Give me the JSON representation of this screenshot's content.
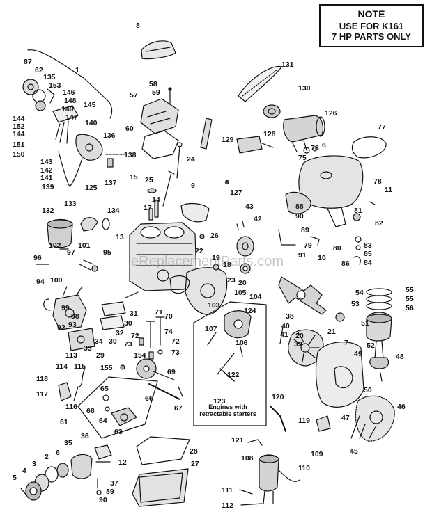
{
  "note": {
    "heading": "NOTE",
    "line1": "USE FOR K161",
    "line2": "7 HP PARTS ONLY"
  },
  "callout": {
    "line1": "Engines with",
    "line2": "retractable starters"
  },
  "watermark": "eReplacementParts.com",
  "parts": [
    {
      "id": "p8",
      "text": "8"
    },
    {
      "id": "p1",
      "text": "1"
    },
    {
      "id": "p87",
      "text": "87"
    },
    {
      "id": "p62",
      "text": "62"
    },
    {
      "id": "p135",
      "text": "135"
    },
    {
      "id": "p153",
      "text": "153"
    },
    {
      "id": "p146",
      "text": "146"
    },
    {
      "id": "p148",
      "text": "148"
    },
    {
      "id": "p149",
      "text": "149"
    },
    {
      "id": "p145",
      "text": "145"
    },
    {
      "id": "p147",
      "text": "147"
    },
    {
      "id": "p144a",
      "text": "144"
    },
    {
      "id": "p152",
      "text": "152"
    },
    {
      "id": "p144b",
      "text": "144"
    },
    {
      "id": "p151",
      "text": "151"
    },
    {
      "id": "p150",
      "text": "150"
    },
    {
      "id": "p140",
      "text": "140"
    },
    {
      "id": "p136",
      "text": "136"
    },
    {
      "id": "p143",
      "text": "143"
    },
    {
      "id": "p142",
      "text": "142"
    },
    {
      "id": "p141",
      "text": "141"
    },
    {
      "id": "p139",
      "text": "139"
    },
    {
      "id": "p125",
      "text": "125"
    },
    {
      "id": "p137",
      "text": "137"
    },
    {
      "id": "p138",
      "text": "138"
    },
    {
      "id": "p58",
      "text": "58"
    },
    {
      "id": "p59",
      "text": "59"
    },
    {
      "id": "p57",
      "text": "57"
    },
    {
      "id": "p60",
      "text": "60"
    },
    {
      "id": "p131",
      "text": "131"
    },
    {
      "id": "p130",
      "text": "130"
    },
    {
      "id": "p126",
      "text": "126"
    },
    {
      "id": "p128",
      "text": "128"
    },
    {
      "id": "p129",
      "text": "129"
    },
    {
      "id": "p76",
      "text": "76"
    },
    {
      "id": "p6a",
      "text": "6"
    },
    {
      "id": "p77",
      "text": "77"
    },
    {
      "id": "p75",
      "text": "75"
    },
    {
      "id": "p78",
      "text": "78"
    },
    {
      "id": "p11",
      "text": "11"
    },
    {
      "id": "p24",
      "text": "24"
    },
    {
      "id": "p15",
      "text": "15"
    },
    {
      "id": "p25",
      "text": "25"
    },
    {
      "id": "p9",
      "text": "9"
    },
    {
      "id": "p127",
      "text": "127"
    },
    {
      "id": "p14",
      "text": "14"
    },
    {
      "id": "p17",
      "text": "17"
    },
    {
      "id": "p134",
      "text": "134"
    },
    {
      "id": "p133",
      "text": "133"
    },
    {
      "id": "p132",
      "text": "132"
    },
    {
      "id": "p43",
      "text": "43"
    },
    {
      "id": "p42",
      "text": "42"
    },
    {
      "id": "p88",
      "text": "88"
    },
    {
      "id": "p90a",
      "text": "90"
    },
    {
      "id": "p89a",
      "text": "89"
    },
    {
      "id": "p81",
      "text": "81"
    },
    {
      "id": "p82",
      "text": "82"
    },
    {
      "id": "p79",
      "text": "79"
    },
    {
      "id": "p80",
      "text": "80"
    },
    {
      "id": "p83",
      "text": "83"
    },
    {
      "id": "p85",
      "text": "85"
    },
    {
      "id": "p84",
      "text": "84"
    },
    {
      "id": "p86",
      "text": "86"
    },
    {
      "id": "p91",
      "text": "91"
    },
    {
      "id": "p10",
      "text": "10"
    },
    {
      "id": "p13",
      "text": "13"
    },
    {
      "id": "p26",
      "text": "26"
    },
    {
      "id": "p102",
      "text": "102"
    },
    {
      "id": "p101",
      "text": "101"
    },
    {
      "id": "p97",
      "text": "97"
    },
    {
      "id": "p95",
      "text": "95"
    },
    {
      "id": "p96",
      "text": "96"
    },
    {
      "id": "p22",
      "text": "22"
    },
    {
      "id": "p19",
      "text": "19"
    },
    {
      "id": "p18",
      "text": "18"
    },
    {
      "id": "p23",
      "text": "23"
    },
    {
      "id": "p20a",
      "text": "20"
    },
    {
      "id": "p94",
      "text": "94"
    },
    {
      "id": "p100",
      "text": "100"
    },
    {
      "id": "p99",
      "text": "99"
    },
    {
      "id": "p98",
      "text": "98"
    },
    {
      "id": "p93",
      "text": "93"
    },
    {
      "id": "p92",
      "text": "92"
    },
    {
      "id": "p31",
      "text": "31"
    },
    {
      "id": "p30a",
      "text": "30"
    },
    {
      "id": "p32",
      "text": "32"
    },
    {
      "id": "p34",
      "text": "34"
    },
    {
      "id": "p30b",
      "text": "30"
    },
    {
      "id": "p33",
      "text": "33"
    },
    {
      "id": "p29",
      "text": "29"
    },
    {
      "id": "p113",
      "text": "113"
    },
    {
      "id": "p114",
      "text": "114"
    },
    {
      "id": "p115",
      "text": "115"
    },
    {
      "id": "p71",
      "text": "71"
    },
    {
      "id": "p70",
      "text": "70"
    },
    {
      "id": "p74",
      "text": "74"
    },
    {
      "id": "p72a",
      "text": "72"
    },
    {
      "id": "p73a",
      "text": "73"
    },
    {
      "id": "p72b",
      "text": "72"
    },
    {
      "id": "p73b",
      "text": "73"
    },
    {
      "id": "p154",
      "text": "154"
    },
    {
      "id": "p155",
      "text": "155"
    },
    {
      "id": "p69",
      "text": "69"
    },
    {
      "id": "p103",
      "text": "103"
    },
    {
      "id": "p105",
      "text": "105"
    },
    {
      "id": "p104",
      "text": "104"
    },
    {
      "id": "p124",
      "text": "124"
    },
    {
      "id": "p107",
      "text": "107"
    },
    {
      "id": "p106",
      "text": "106"
    },
    {
      "id": "p122",
      "text": "122"
    },
    {
      "id": "p123",
      "text": "123"
    },
    {
      "id": "p38",
      "text": "38"
    },
    {
      "id": "p40",
      "text": "40"
    },
    {
      "id": "p20b",
      "text": "20"
    },
    {
      "id": "p21",
      "text": "21"
    },
    {
      "id": "p41",
      "text": "41"
    },
    {
      "id": "p39",
      "text": "39"
    },
    {
      "id": "p7",
      "text": "7"
    },
    {
      "id": "p54",
      "text": "54"
    },
    {
      "id": "p55a",
      "text": "55"
    },
    {
      "id": "p53",
      "text": "53"
    },
    {
      "id": "p55b",
      "text": "55"
    },
    {
      "id": "p56",
      "text": "56"
    },
    {
      "id": "p51",
      "text": "51"
    },
    {
      "id": "p52",
      "text": "52"
    },
    {
      "id": "p49",
      "text": "49"
    },
    {
      "id": "p48",
      "text": "48"
    },
    {
      "id": "p50",
      "text": "50"
    },
    {
      "id": "p46",
      "text": "46"
    },
    {
      "id": "p47",
      "text": "47"
    },
    {
      "id": "p45",
      "text": "45"
    },
    {
      "id": "p118",
      "text": "118"
    },
    {
      "id": "p117",
      "text": "117"
    },
    {
      "id": "p116",
      "text": "116"
    },
    {
      "id": "p61",
      "text": "61"
    },
    {
      "id": "p65",
      "text": "65"
    },
    {
      "id": "p68",
      "text": "68"
    },
    {
      "id": "p64",
      "text": "64"
    },
    {
      "id": "p63",
      "text": "63"
    },
    {
      "id": "p66",
      "text": "66"
    },
    {
      "id": "p67",
      "text": "67"
    },
    {
      "id": "p120",
      "text": "120"
    },
    {
      "id": "p119",
      "text": "119"
    },
    {
      "id": "p109",
      "text": "109"
    },
    {
      "id": "p121",
      "text": "121"
    },
    {
      "id": "p108",
      "text": "108"
    },
    {
      "id": "p110",
      "text": "110"
    },
    {
      "id": "p111",
      "text": "111"
    },
    {
      "id": "p112",
      "text": "112"
    },
    {
      "id": "p36",
      "text": "36"
    },
    {
      "id": "p35",
      "text": "35"
    },
    {
      "id": "p6b",
      "text": "6"
    },
    {
      "id": "p2",
      "text": "2"
    },
    {
      "id": "p3",
      "text": "3"
    },
    {
      "id": "p4",
      "text": "4"
    },
    {
      "id": "p5",
      "text": "5"
    },
    {
      "id": "p12",
      "text": "12"
    },
    {
      "id": "p37",
      "text": "37"
    },
    {
      "id": "p89b",
      "text": "89"
    },
    {
      "id": "p90b",
      "text": "90"
    },
    {
      "id": "p28",
      "text": "28"
    },
    {
      "id": "p27",
      "text": "27"
    }
  ]
}
